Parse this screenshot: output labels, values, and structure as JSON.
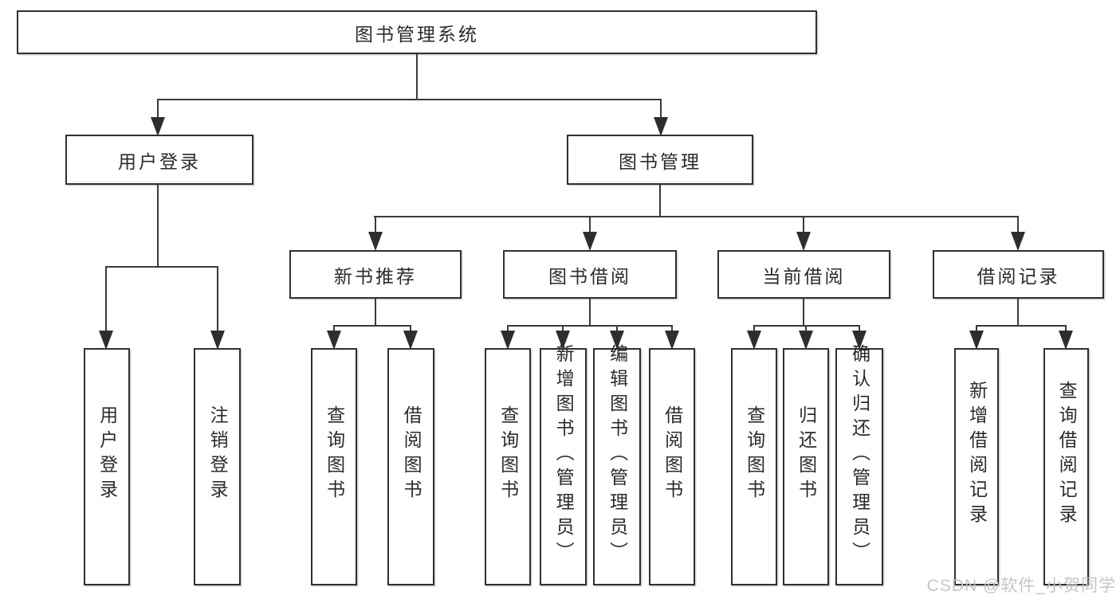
{
  "diagram": {
    "root": {
      "label": "图书管理系统"
    },
    "level2": [
      {
        "label": "用户登录",
        "leaves": [
          "用户登录",
          "注销登录"
        ]
      },
      {
        "label": "图书管理",
        "children": [
          {
            "label": "新书推荐",
            "leaves": [
              "查询图书",
              "借阅图书"
            ]
          },
          {
            "label": "图书借阅",
            "leaves": [
              "查询图书",
              "新增图书（管理员）",
              "编辑图书（管理员）",
              "借阅图书"
            ]
          },
          {
            "label": "当前借阅",
            "leaves": [
              "查询图书",
              "归还图书",
              "确认归还（管理员）"
            ]
          },
          {
            "label": "借阅记录",
            "leaves": [
              "新增借阅记录",
              "查询借阅记录"
            ]
          }
        ]
      }
    ]
  },
  "watermark": {
    "text": "CSDN @软件_小贺同学"
  },
  "colors": {
    "line": "#3a3a3a",
    "box_border": "#303030",
    "box_background": "#ffffff",
    "text": "#2b2b2b",
    "watermark": "#c2c2c2"
  }
}
